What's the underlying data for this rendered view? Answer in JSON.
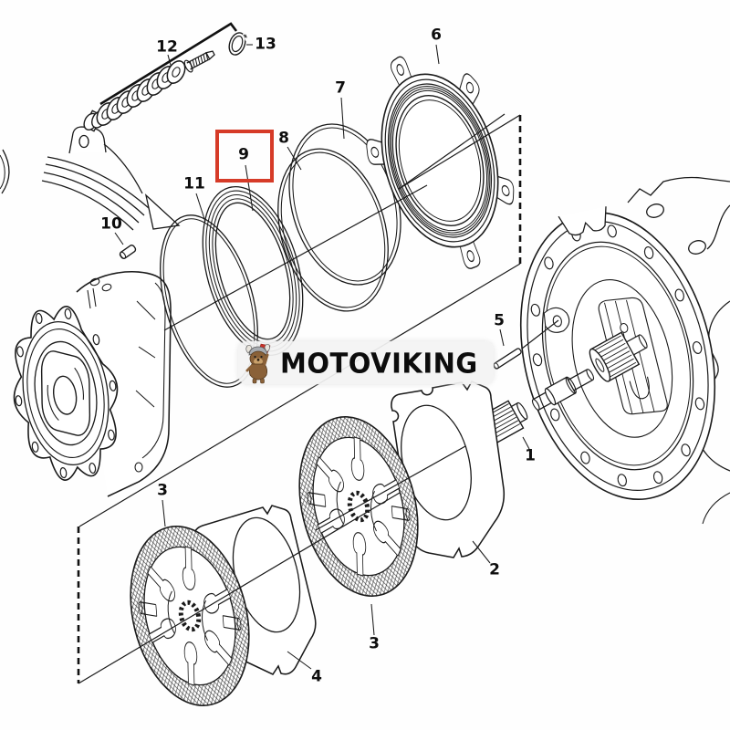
{
  "diagram": {
    "type": "exploded-parts-diagram",
    "watermark": {
      "text": "MOTOVIKING",
      "mascot": "viking-dog-with-red-axe"
    },
    "highlight": {
      "part_number": "9",
      "box_color": "#d63b28"
    },
    "line_color": "#1a1a1a",
    "part_labels": [
      {
        "text": "12"
      },
      {
        "text": "13"
      },
      {
        "text": "6"
      },
      {
        "text": "7"
      },
      {
        "text": "8"
      },
      {
        "text": "9"
      },
      {
        "text": "11"
      },
      {
        "text": "10"
      },
      {
        "text": "5"
      },
      {
        "text": "1"
      },
      {
        "text": "2"
      },
      {
        "text": "3"
      },
      {
        "text": "4"
      },
      {
        "text": "3"
      }
    ]
  }
}
